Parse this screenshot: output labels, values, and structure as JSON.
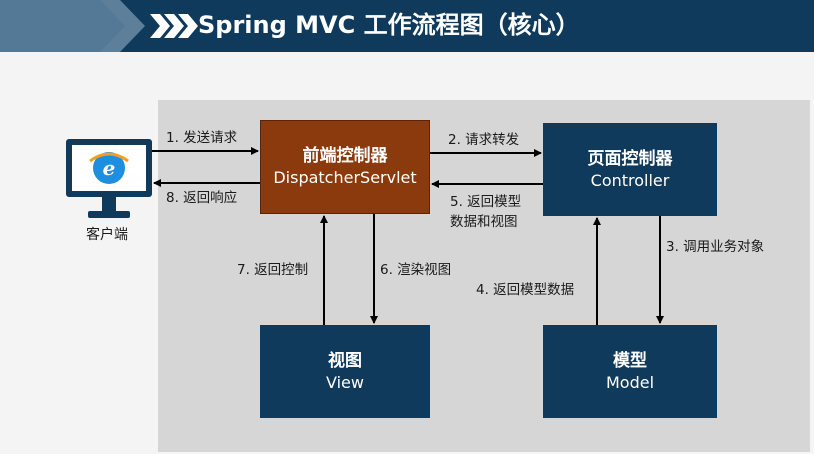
{
  "header": {
    "title": "Spring MVC 工作流程图（核心）"
  },
  "client": {
    "label": "客户端"
  },
  "boxes": {
    "dispatcher": {
      "line1": "前端控制器",
      "line2": "DispatcherServlet"
    },
    "controller": {
      "line1": "页面控制器",
      "line2": "Controller"
    },
    "view": {
      "line1": "视图",
      "line2": "View"
    },
    "model": {
      "line1": "模型",
      "line2": "Model"
    }
  },
  "steps": {
    "s1": "1. 发送请求",
    "s2": "2. 请求转发",
    "s3": "3. 调用业务对象",
    "s4": "4. 返回模型数据",
    "s5a": "5. 返回模型",
    "s5b": "数据和视图",
    "s6": "6. 渲染视图",
    "s7": "7. 返回控制",
    "s8": "8. 返回响应"
  },
  "colors": {
    "header": "#0f3a5c",
    "dispatcher": "#8a3a0c",
    "box": "#0f3a5c",
    "panel": "#d6d6d6"
  }
}
